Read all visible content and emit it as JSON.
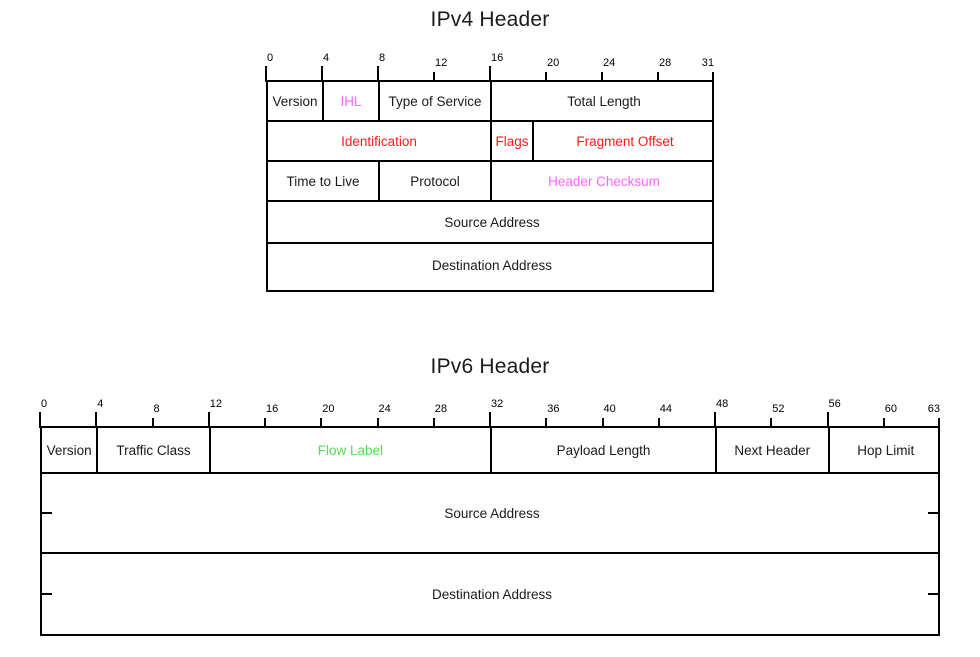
{
  "colors": {
    "black": "#1a1a1a",
    "red": "#ff1a1a",
    "magenta": "#ff66ff",
    "green": "#55dd55",
    "line": "#000000"
  },
  "ipv4": {
    "title": "IPv4 Header",
    "bits": 32,
    "ruler": {
      "ticks": [
        {
          "bit": 0,
          "label": "0"
        },
        {
          "bit": 4,
          "label": "4"
        },
        {
          "bit": 8,
          "label": "8"
        },
        {
          "bit": 12,
          "label": "12"
        },
        {
          "bit": 16,
          "label": "16"
        },
        {
          "bit": 20,
          "label": "20"
        },
        {
          "bit": 24,
          "label": "24"
        },
        {
          "bit": 28,
          "label": "28"
        },
        {
          "bit": 31,
          "label": "31"
        }
      ]
    },
    "rows": [
      {
        "fields": [
          {
            "label": "Version",
            "start": 0,
            "width": 4,
            "color": "black"
          },
          {
            "label": "IHL",
            "start": 4,
            "width": 4,
            "color": "magenta"
          },
          {
            "label": "Type of Service",
            "start": 8,
            "width": 8,
            "color": "black"
          },
          {
            "label": "Total Length",
            "start": 16,
            "width": 16,
            "color": "black"
          }
        ]
      },
      {
        "fields": [
          {
            "label": "Identification",
            "start": 0,
            "width": 16,
            "color": "red"
          },
          {
            "label": "Flags",
            "start": 16,
            "width": 3,
            "color": "red"
          },
          {
            "label": "Fragment Offset",
            "start": 19,
            "width": 13,
            "color": "red"
          }
        ]
      },
      {
        "fields": [
          {
            "label": "Time to Live",
            "start": 0,
            "width": 8,
            "color": "black"
          },
          {
            "label": "Protocol",
            "start": 8,
            "width": 8,
            "color": "black"
          },
          {
            "label": "Header Checksum",
            "start": 16,
            "width": 16,
            "color": "magenta"
          }
        ]
      },
      {
        "fields": [
          {
            "label": "Source Address",
            "start": 0,
            "width": 32,
            "color": "black"
          }
        ]
      },
      {
        "fields": [
          {
            "label": "Destination Address",
            "start": 0,
            "width": 32,
            "color": "black"
          }
        ]
      }
    ]
  },
  "ipv6": {
    "title": "IPv6 Header",
    "bits": 64,
    "ruler": {
      "ticks": [
        {
          "bit": 0,
          "label": "0"
        },
        {
          "bit": 4,
          "label": "4"
        },
        {
          "bit": 8,
          "label": "8"
        },
        {
          "bit": 12,
          "label": "12"
        },
        {
          "bit": 16,
          "label": "16"
        },
        {
          "bit": 20,
          "label": "20"
        },
        {
          "bit": 24,
          "label": "24"
        },
        {
          "bit": 28,
          "label": "28"
        },
        {
          "bit": 32,
          "label": "32"
        },
        {
          "bit": 36,
          "label": "36"
        },
        {
          "bit": 40,
          "label": "40"
        },
        {
          "bit": 44,
          "label": "44"
        },
        {
          "bit": 48,
          "label": "48"
        },
        {
          "bit": 52,
          "label": "52"
        },
        {
          "bit": 56,
          "label": "56"
        },
        {
          "bit": 60,
          "label": "60"
        },
        {
          "bit": 63,
          "label": "63"
        }
      ]
    },
    "rows": [
      {
        "fields": [
          {
            "label": "Version",
            "start": 0,
            "width": 4,
            "color": "black"
          },
          {
            "label": "Traffic Class",
            "start": 4,
            "width": 8,
            "color": "black"
          },
          {
            "label": "Flow Label",
            "start": 12,
            "width": 20,
            "color": "green"
          },
          {
            "label": "Payload Length",
            "start": 32,
            "width": 16,
            "color": "black"
          },
          {
            "label": "Next Header",
            "start": 48,
            "width": 8,
            "color": "black"
          },
          {
            "label": "Hop Limit",
            "start": 56,
            "width": 8,
            "color": "black"
          }
        ]
      },
      {
        "continuation": true,
        "fields": [
          {
            "label": "Source Address",
            "start": 0,
            "width": 64,
            "color": "black"
          }
        ]
      },
      {
        "continuation": true,
        "fields": [
          {
            "label": "Destination Address",
            "start": 0,
            "width": 64,
            "color": "black"
          }
        ]
      }
    ]
  }
}
